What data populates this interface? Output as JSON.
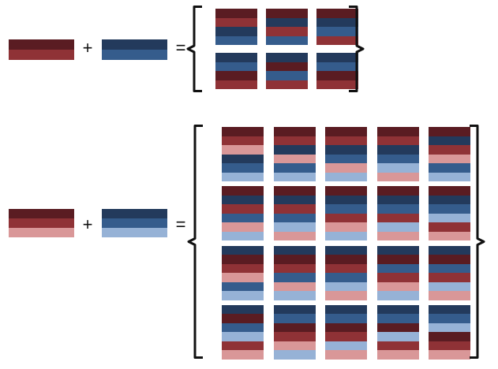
{
  "colors": {
    "R": "#5a1c22",
    "r": "#8f3236",
    "p": "#d99798",
    "N": "#233a5c",
    "n": "#355c8c",
    "l": "#96b2d6",
    "bracket": "#111111"
  },
  "operators": {
    "plus": "+",
    "equals": "="
  },
  "equations": [
    {
      "name": "two-layer",
      "left_stack": [
        "R",
        "r"
      ],
      "right_stack": [
        "N",
        "n"
      ],
      "result_rows": [
        [
          [
            "R",
            "r",
            "N",
            "n"
          ],
          [
            "R",
            "N",
            "r",
            "n"
          ],
          [
            "R",
            "N",
            "n",
            "r"
          ]
        ],
        [
          [
            "N",
            "n",
            "R",
            "r"
          ],
          [
            "N",
            "R",
            "n",
            "r"
          ],
          [
            "N",
            "n",
            "R",
            "r"
          ]
        ]
      ]
    },
    {
      "name": "three-layer",
      "left_stack": [
        "R",
        "r",
        "p"
      ],
      "right_stack": [
        "N",
        "n",
        "l"
      ],
      "result_rows": [
        [
          [
            "R",
            "r",
            "p",
            "N",
            "n",
            "l"
          ],
          [
            "R",
            "r",
            "N",
            "p",
            "n",
            "l"
          ],
          [
            "R",
            "r",
            "N",
            "n",
            "p",
            "l"
          ],
          [
            "R",
            "r",
            "N",
            "n",
            "l",
            "p"
          ],
          [
            "R",
            "N",
            "r",
            "p",
            "n",
            "l"
          ]
        ],
        [
          [
            "R",
            "N",
            "r",
            "n",
            "p",
            "l"
          ],
          [
            "R",
            "N",
            "r",
            "n",
            "l",
            "p"
          ],
          [
            "R",
            "N",
            "n",
            "r",
            "p",
            "l"
          ],
          [
            "R",
            "N",
            "n",
            "r",
            "l",
            "p"
          ],
          [
            "R",
            "N",
            "n",
            "l",
            "r",
            "p"
          ]
        ],
        [
          [
            "N",
            "R",
            "r",
            "p",
            "n",
            "l"
          ],
          [
            "N",
            "R",
            "r",
            "n",
            "p",
            "l"
          ],
          [
            "N",
            "R",
            "r",
            "n",
            "l",
            "p"
          ],
          [
            "N",
            "R",
            "n",
            "r",
            "p",
            "l"
          ],
          [
            "N",
            "R",
            "n",
            "r",
            "l",
            "p"
          ]
        ],
        [
          [
            "N",
            "R",
            "n",
            "l",
            "r",
            "p"
          ],
          [
            "N",
            "n",
            "R",
            "r",
            "p",
            "l"
          ],
          [
            "N",
            "n",
            "R",
            "r",
            "l",
            "p"
          ],
          [
            "N",
            "n",
            "R",
            "l",
            "r",
            "p"
          ],
          [
            "N",
            "n",
            "l",
            "R",
            "r",
            "p"
          ]
        ]
      ]
    }
  ]
}
